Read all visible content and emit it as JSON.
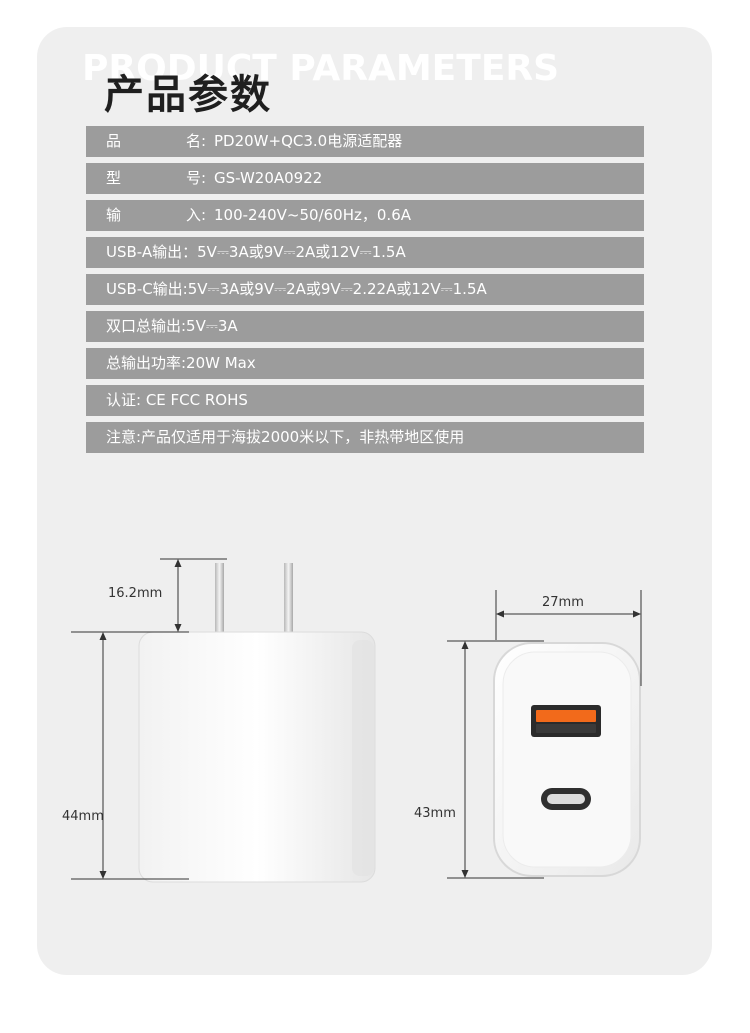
{
  "header": {
    "background_text": "PRODUCT PARAMETERS",
    "title": "产品参数"
  },
  "params": [
    {
      "label_a": "品",
      "label_b": "名:",
      "value": "PD20W+QC3.0电源适配器",
      "spaced": true
    },
    {
      "label_a": "型",
      "label_b": "号:",
      "value": "GS-W20A0922",
      "spaced": true
    },
    {
      "label_a": "输",
      "label_b": "入:",
      "value": "100-240V~50/60Hz，0.6A",
      "spaced": true
    },
    {
      "value": "USB-A输出：5V⎓3A或9V⎓2A或12V⎓1.5A"
    },
    {
      "value": "USB-C输出:5V⎓3A或9V⎓2A或9V⎓2.22A或12V⎓1.5A"
    },
    {
      "value": "双口总输出:5V⎓3A"
    },
    {
      "value": "总输出功率:20W Max"
    },
    {
      "value": "认证: CE FCC ROHS"
    },
    {
      "value": "注意:产品仅适用于海拔2000米以下，非热带地区使用"
    }
  ],
  "dimensions": {
    "prong_height": "16.2mm",
    "side_height": "44mm",
    "front_width": "27mm",
    "front_height": "43mm"
  },
  "colors": {
    "card_bg": "#efefef",
    "row_bg": "#9c9c9c",
    "usb_a_orange": "#f26a1b"
  },
  "icons": [
    "usb-a-port-icon",
    "usb-c-port-icon"
  ]
}
